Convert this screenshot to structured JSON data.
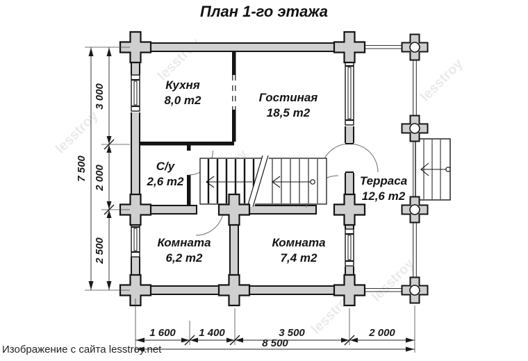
{
  "title": "План 1-го этажа",
  "caption": "Изображение с сайта lesstroy.net",
  "watermark": "lesstroy",
  "rooms": [
    {
      "name": "Кухня",
      "area": "8,0 m2"
    },
    {
      "name": "Гостиная",
      "area": "18,5 m2"
    },
    {
      "name": "С/у",
      "area": "2,6 m2"
    },
    {
      "name": "Терраса",
      "area": "12,6 m2"
    },
    {
      "name": "Комната",
      "area": "6,2 m2"
    },
    {
      "name": "Комната",
      "area": "7,4 m2"
    }
  ],
  "dimensions": {
    "left": {
      "total": "7 500",
      "segments": [
        "3 000",
        "2 000",
        "2 500"
      ]
    },
    "bottom": {
      "total": "8 500",
      "segments": [
        "1 600",
        "1 400",
        "3 500",
        "2 000"
      ]
    }
  }
}
